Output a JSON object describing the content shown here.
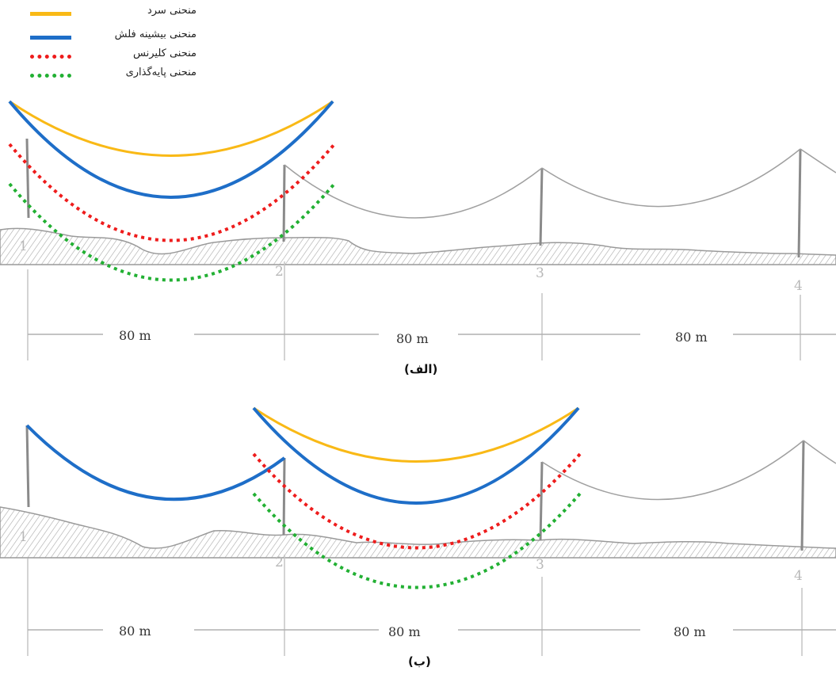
{
  "legend": [
    {
      "label": "منحنی سرد",
      "color": "#F9B916",
      "style": "solid"
    },
    {
      "label": "منحنی بیشینه فلش",
      "color": "#1E6EC8",
      "style": "solid"
    },
    {
      "label": "منحنی کلیرنس",
      "color": "#EE1C1C",
      "style": "dotted"
    },
    {
      "label": "منحنی پایه‌گذاری",
      "color": "#22B033",
      "style": "dotted"
    }
  ],
  "panels": [
    {
      "caption": "(الف)",
      "poles": [
        "1",
        "2",
        "3",
        "4"
      ],
      "spans": [
        "80 m",
        "80 m",
        "80 m"
      ]
    },
    {
      "caption": "(ب)",
      "poles": [
        "1",
        "2",
        "3",
        "4"
      ],
      "spans": [
        "80 m",
        "80 m",
        "80 m"
      ]
    }
  ]
}
